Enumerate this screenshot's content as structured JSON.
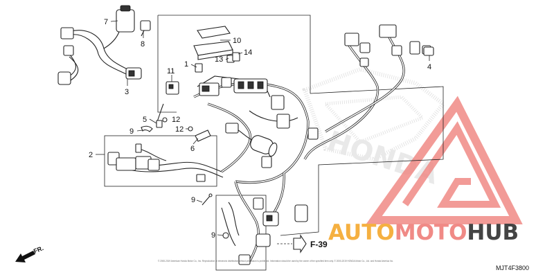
{
  "diagram": {
    "callouts": [
      {
        "id": "7",
        "label": "7"
      },
      {
        "id": "8",
        "label": "8"
      },
      {
        "id": "3",
        "label": "3"
      },
      {
        "id": "10",
        "label": "10"
      },
      {
        "id": "14",
        "label": "14"
      },
      {
        "id": "13",
        "label": "13"
      },
      {
        "id": "1",
        "label": "1"
      },
      {
        "id": "11",
        "label": "11"
      },
      {
        "id": "4",
        "label": "4"
      },
      {
        "id": "5",
        "label": "5"
      },
      {
        "id": "12a",
        "label": "12"
      },
      {
        "id": "12b",
        "label": "12"
      },
      {
        "id": "9a",
        "label": "9"
      },
      {
        "id": "6",
        "label": "6"
      },
      {
        "id": "2",
        "label": "2"
      },
      {
        "id": "9b",
        "label": "9"
      },
      {
        "id": "9c",
        "label": "9"
      }
    ],
    "reference": "F-39",
    "front_arrow": "FR.",
    "diagram_code": "MJT4F3800",
    "copyright": "© 2000-2019 American Honda Motor Co., Inc. Reproduction or electronic distribution without permission is prohibited. Information should be used by the owner of the specified item only. © 2000-2019 HONDA Motor Co., Ltd. and Honda America Inc.",
    "background_mark": "HONDA"
  },
  "watermark": {
    "brand_part1": "AUTO",
    "brand_part2": "MOTO",
    "brand_part3": "HUB",
    "color_orange": "#f5b041",
    "color_red": "#f08a86",
    "color_gray": "#444444",
    "logo_color": "#f08a86"
  }
}
